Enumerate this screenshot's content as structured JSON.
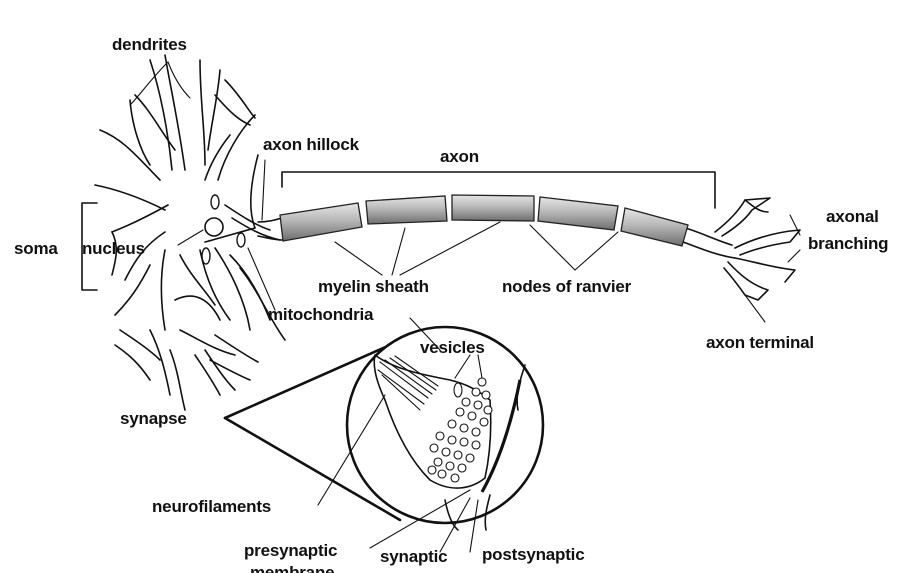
{
  "labels": {
    "dendrites": "dendrites",
    "axon_hillock": "axon hillock",
    "axon": "axon",
    "soma": "soma",
    "nucleus": "nucleus",
    "axonal_branching_1": "axonal",
    "axonal_branching_2": "branching",
    "myelin_sheath": "myelin sheath",
    "nodes_of_ranvier": "nodes of ranvier",
    "mitochondria": "mitochondria",
    "axon_terminal": "axon terminal",
    "vesicles": "vesicles",
    "synapse": "synapse",
    "neurofilaments": "neurofilaments",
    "presynaptic_membrane_1": "presynaptic",
    "presynaptic_membrane_2": "membrane",
    "synaptic": "synaptic",
    "postsynaptic": "postsynaptic"
  },
  "colors": {
    "ink": "#111111",
    "myelin_light": "#e0e0e0",
    "myelin_dark": "#7a7a7a"
  }
}
